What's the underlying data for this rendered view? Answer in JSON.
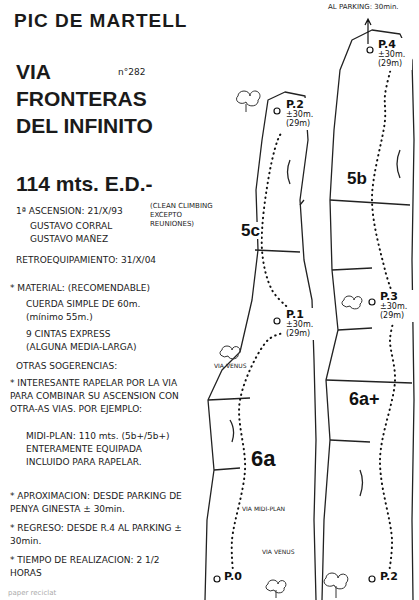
{
  "diagram": {
    "title": "PIC DE MARTELL",
    "nodes": [
      {
        "text": [
          "P.0"
        ]
      },
      {
        "text": [
          "P.1",
          "±30m. (29m)"
        ]
      },
      {
        "text": [
          "P.2",
          "±30m. (29m)"
        ]
      },
      {
        "text": [
          "P.2"
        ]
      },
      {
        "text": [
          "P.3",
          "±30m. (29m)"
        ]
      },
      {
        "text": [
          "P.4",
          "±30m. (29m)"
        ]
      }
    ],
    "edges": [
      {
        "from": 0,
        "to": 1,
        "arrow": "none",
        "label": "6a"
      },
      {
        "from": 1,
        "to": 2,
        "arrow": "none",
        "label": "5c"
      },
      {
        "from": 3,
        "to": 4,
        "arrow": "none",
        "label": "6a+"
      },
      {
        "from": 4,
        "to": 5,
        "arrow": "none",
        "label": "5b"
      }
    ],
    "labels": [
      "n°282",
      "VIA FRONTERAS DEL INFINITO",
      "114 mts. E.D.-",
      "1ª ASCENSION: 21/X/93",
      "(CLEAN CLIMBING EXCEPTO REUNIONES)",
      "GUSTAVO CORRAL",
      "GUSTAVO MAÑEZ",
      "RETROEQUIPAMIENTO: 31/X/04",
      "* MATERIAL: (RECOMENDABLE)",
      "CUERDA SIMPLE DE 60m. (mínimo 55m.)",
      "9 CINTAS EXPRESS (ALGUNA MEDIA-LARGA)",
      "OTRAS SOGERENCIAS:",
      "* INTERESANTE RAPELAR POR LA VIA PARA COMBINAR SU ASCENSION CON OTRA-AS VIAS. POR EJEMPLO:",
      "MIDI-PLAN: 110 mts. (5b+/5b+) ENTERAMENTE EQUIPADA INCLUIDO PARA RAPELAR.",
      "* APROXIMACION: DESDE PARKING DE PENYA GINESTA ± 30min.",
      "* REGRESO: DESDE R.4 AL PARKING ± 30min.",
      "* TIEMPO DE REALIZACION: 2 1/2 HORAS",
      "AL PARKING: 30min.",
      "VIA VENUS",
      "VIA MIDI-PLAN",
      "VIA VENUS",
      "paper reciclat"
    ]
  }
}
